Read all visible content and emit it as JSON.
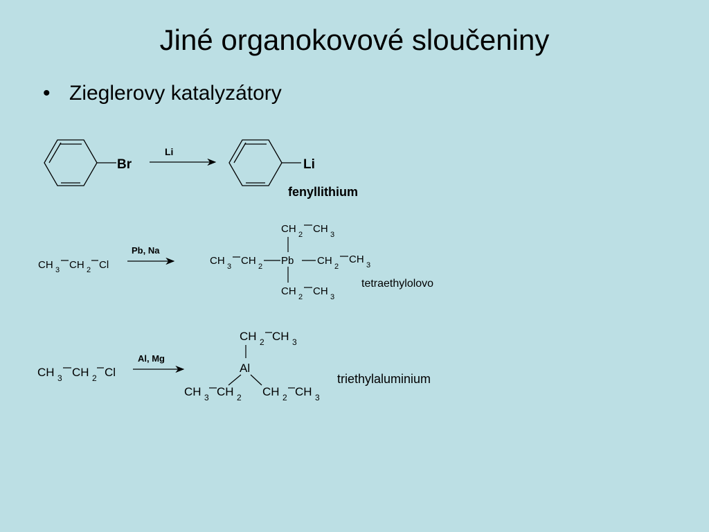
{
  "slide": {
    "title": "Jiné organokovové sloučeniny",
    "bullet_marker": "•",
    "bullet_text": "Zieglerovy katalyzátory"
  },
  "reaction1": {
    "reactant_sub": "Br",
    "reagent": "Li",
    "product_sub": "Li",
    "product_name": "fenyllithium"
  },
  "reaction2": {
    "reactant": {
      "ch3": "CH",
      "sub3": "3",
      "ch2": "CH",
      "sub2": "2",
      "x": "Cl"
    },
    "reagent": "Pb, Na",
    "product": {
      "top_ch2": "CH",
      "top_ch2_sub": "2",
      "top_ch3": "CH",
      "top_ch3_sub": "3",
      "left_ch3": "CH",
      "left_ch3_sub": "3",
      "left_ch2": "CH",
      "left_ch2_sub": "2",
      "center": "Pb",
      "right_ch2": "CH",
      "right_ch2_sub": "2",
      "right_ch3": "CH",
      "right_ch3_sub": "3",
      "bot_ch2": "CH",
      "bot_ch2_sub": "2",
      "bot_ch3": "CH",
      "bot_ch3_sub": "3"
    },
    "product_name": "tetraethylolovo"
  },
  "reaction3": {
    "reactant": {
      "ch3": "CH",
      "sub3": "3",
      "ch2": "CH",
      "sub2": "2",
      "x": "Cl"
    },
    "reagent": "Al, Mg",
    "product": {
      "top_ch2": "CH",
      "top_ch2_sub": "2",
      "top_ch3": "CH",
      "top_ch3_sub": "3",
      "center": "Al",
      "left_ch3": "CH",
      "left_ch3_sub": "3",
      "left_ch2": "CH",
      "left_ch2_sub": "2",
      "right_ch2": "CH",
      "right_ch2_sub": "2",
      "right_ch3": "CH",
      "right_ch3_sub": "3"
    },
    "product_name": "triethylaluminium"
  }
}
